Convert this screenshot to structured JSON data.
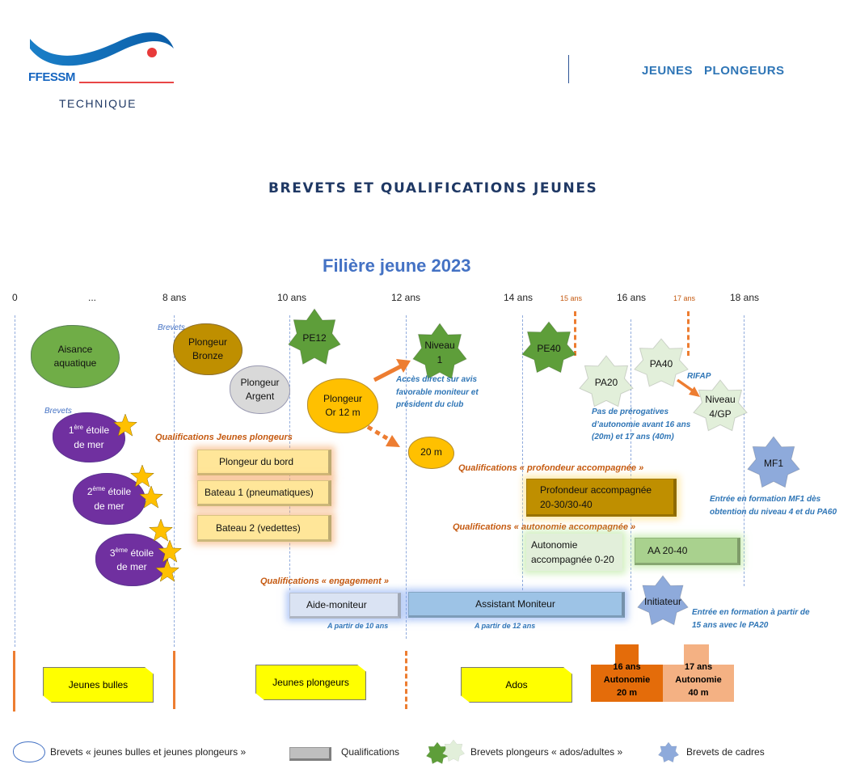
{
  "header": {
    "logo_text": "FFESSM",
    "logo_sub": "TECHNIQUE",
    "section": "JEUNES   PLONGEURS"
  },
  "title": "BREVETS ET QUALIFICATIONS JEUNES",
  "subtitle": "Filière jeune 2023",
  "axis": {
    "t0": "0",
    "tdots": "...",
    "t8": "8 ans",
    "t10": "10 ans",
    "t12": "12 ans",
    "t14": "14 ans",
    "t15": "15 ans",
    "t16": "16 ans",
    "t17": "17 ans",
    "t18": "18 ans"
  },
  "brevets_label": "Brevets",
  "clouds": {
    "aisance": "Aisance aquatique",
    "bronze": "Plongeur Bronze",
    "argent": "Plongeur Argent",
    "or": "Plongeur Or 12 m",
    "m20": "20 m"
  },
  "etoiles": {
    "e1_sup": "ère",
    "e1": "1",
    "e2_sup": "ème",
    "e2": "2",
    "e3_sup": "ème",
    "e3": "3",
    "word": "étoile",
    "line2": "de mer"
  },
  "stars": {
    "pe12": "PE12",
    "niveau1": "Niveau 1",
    "pe40": "PE40",
    "pa20": "PA20",
    "pa40": "PA40",
    "niveau4": "Niveau 4/GP",
    "mf1": "MF1",
    "initiateur": "Initiateur"
  },
  "notes": {
    "acces": "Accès direct sur avis favorable moniteur et président du club",
    "rifap": "RIFAP",
    "prerogatives": "Pas de prérogatives d’autonomie avant 16 ans (20m) et 17 ans (40m)",
    "mf1": "Entrée en formation MF1 dès obtention du niveau 4 et du PA60",
    "initiateur": "Entrée en formation à partir de 15 ans avec le PA20",
    "a10": "A partir de 10 ans",
    "a12": "A partir de 12 ans"
  },
  "qualif_titles": {
    "jeunes": "Qualifications Jeunes plongeurs",
    "profondeur": "Qualifications « profondeur accompagnée »",
    "autonomie": "Qualifications « autonomie accompagnée »",
    "engagement": "Qualifications « engagement »"
  },
  "boxes": {
    "bord": "Plongeur du bord",
    "bateau1": "Bateau 1 (pneumatiques)",
    "bateau2": "Bateau 2 (vedettes)",
    "profondeur": "Profondeur accompagnée 20-30/30-40",
    "aa020": "Autonomie accompagnée 0-20",
    "aa2040": "AA 20-40",
    "aide": "Aide-moniteur",
    "assistant": "Assistant Moniteur"
  },
  "phases": {
    "bulles": "Jeunes bulles",
    "plongeurs": "Jeunes plongeurs",
    "ados": "Ados",
    "a16": "16 ans Autonomie 20 m",
    "a17": "17 ans Autonomie 40 m"
  },
  "legend": {
    "clouds": "Brevets « jeunes bulles et jeunes plongeurs »",
    "qualif": "Qualifications",
    "ados": "Brevets plongeurs « ados/adultes »",
    "cadres": "Brevets de cadres"
  }
}
